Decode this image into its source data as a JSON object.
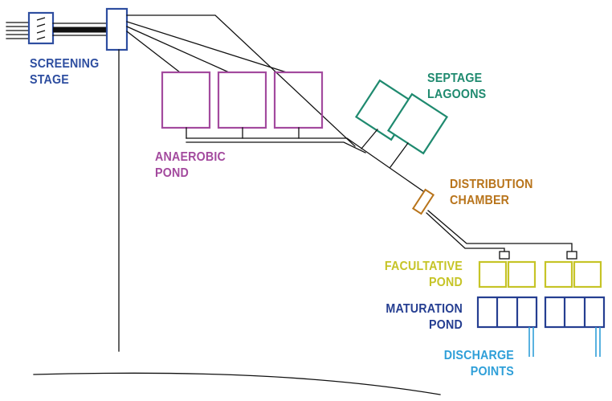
{
  "colors": {
    "screening": "#2e4ea0",
    "anaerobic": "#a34a9e",
    "septage": "#1f8a6f",
    "distribution": "#b8741b",
    "facultative": "#c6c427",
    "maturation": "#253e91",
    "discharge": "#2f9fd8",
    "pipe": "#111111"
  },
  "labels": {
    "screening": [
      "SCREENING",
      "STAGE"
    ],
    "anaerobic": [
      "ANAEROBIC",
      "POND"
    ],
    "septage": [
      "SEPTAGE",
      "LAGOONS"
    ],
    "distribution": [
      "DISTRIBUTION",
      "CHAMBER"
    ],
    "facultative": [
      "FACULTATIVE",
      "POND"
    ],
    "maturation": [
      "MATURATION",
      "POND"
    ],
    "discharge": [
      "DISCHARGE",
      "POINTS"
    ]
  }
}
